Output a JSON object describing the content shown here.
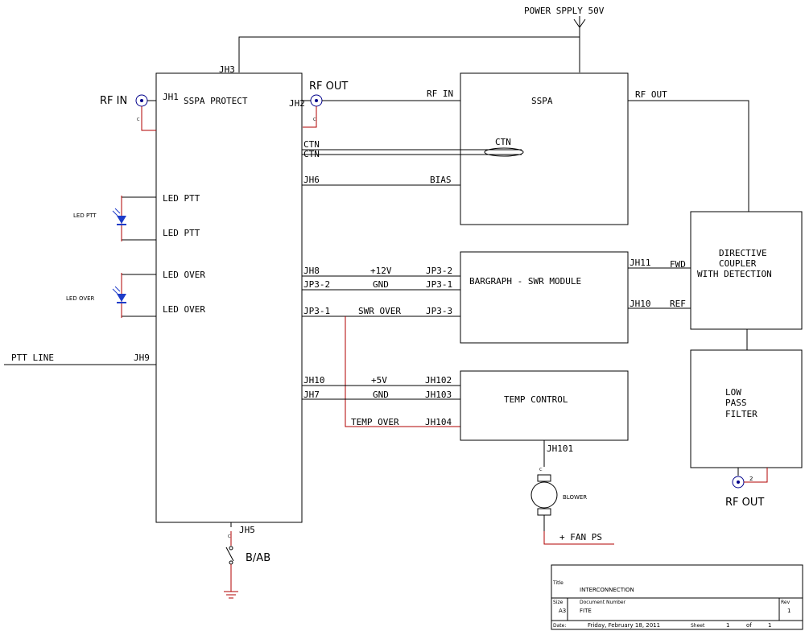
{
  "power_label": "POWER SPPLY 50V",
  "sspa_protect": {
    "title": "SSPA PROTECT",
    "jh3": "JH3",
    "jh1": "JH1",
    "jh2": "JH2",
    "led_ptt_1": "LED PTT",
    "led_ptt_2": "LED PTT",
    "led_over_1": "LED OVER",
    "led_over_2": "LED OVER",
    "jh9": "JH9",
    "jh6": "JH6",
    "jh8": "JH8",
    "jp3_2": "JP3-2",
    "jp3_1a": "JP3-1",
    "jh10": "JH10",
    "jh7": "JH7",
    "jh5": "JH5"
  },
  "rf_in_label": "RF IN",
  "rf_out_label": "RF OUT",
  "rf_out_bottom_label": "RF OUT",
  "ptt_line_label": "PTT LINE",
  "led_ptt_side": "LED PTT",
  "led_over_side": "LED OVER",
  "switch_label": "B/AB",
  "sspa": {
    "title": "SSPA",
    "rf_in": "RF IN",
    "rf_out": "RF OUT",
    "ctn": "CTN",
    "bias": "BIAS"
  },
  "ctn_1": "CTN",
  "ctn_2": "CTN",
  "bargraph": {
    "title": "BARGRAPH - SWR MODULE",
    "p12v": "+12V",
    "gnd": "GND",
    "swr_over": "SWR OVER",
    "jp3_2": "JP3-2",
    "jp3_1": "JP3-1",
    "jp3_3": "JP3-3",
    "jh11": "JH11",
    "fwd": "FWD",
    "jh10": "JH10",
    "ref": "REF"
  },
  "temp": {
    "title": "TEMP CONTROL",
    "p5v": "+5V",
    "gnd": "GND",
    "temp_over": "TEMP OVER",
    "jh102": "JH102",
    "jh103": "JH103",
    "jh104": "JH104",
    "jh101": "JH101"
  },
  "coupler": {
    "l1": "DIRECTIVE",
    "l2": "COUPLER",
    "l3": "WITH DETECTION"
  },
  "lpf": {
    "l1": "LOW",
    "l2": "PASS",
    "l3": "FILTER"
  },
  "blower_label": "BLOWER",
  "fan_ps_label": "+ FAN PS",
  "pin_2": "2",
  "title_block": {
    "title_hdr": "Title",
    "title": "INTERCONNECTION",
    "size_hdr": "Size",
    "size": "A3",
    "docnum_hdr": "Document Number",
    "docnum": "FITE",
    "rev_hdr": "Rev",
    "rev": "1",
    "date_hdr": "Date:",
    "date": "Friday, February 18, 2011",
    "sheet_hdr": "Sheet",
    "sheet": "1",
    "of": "of",
    "sheet_total": "1"
  }
}
